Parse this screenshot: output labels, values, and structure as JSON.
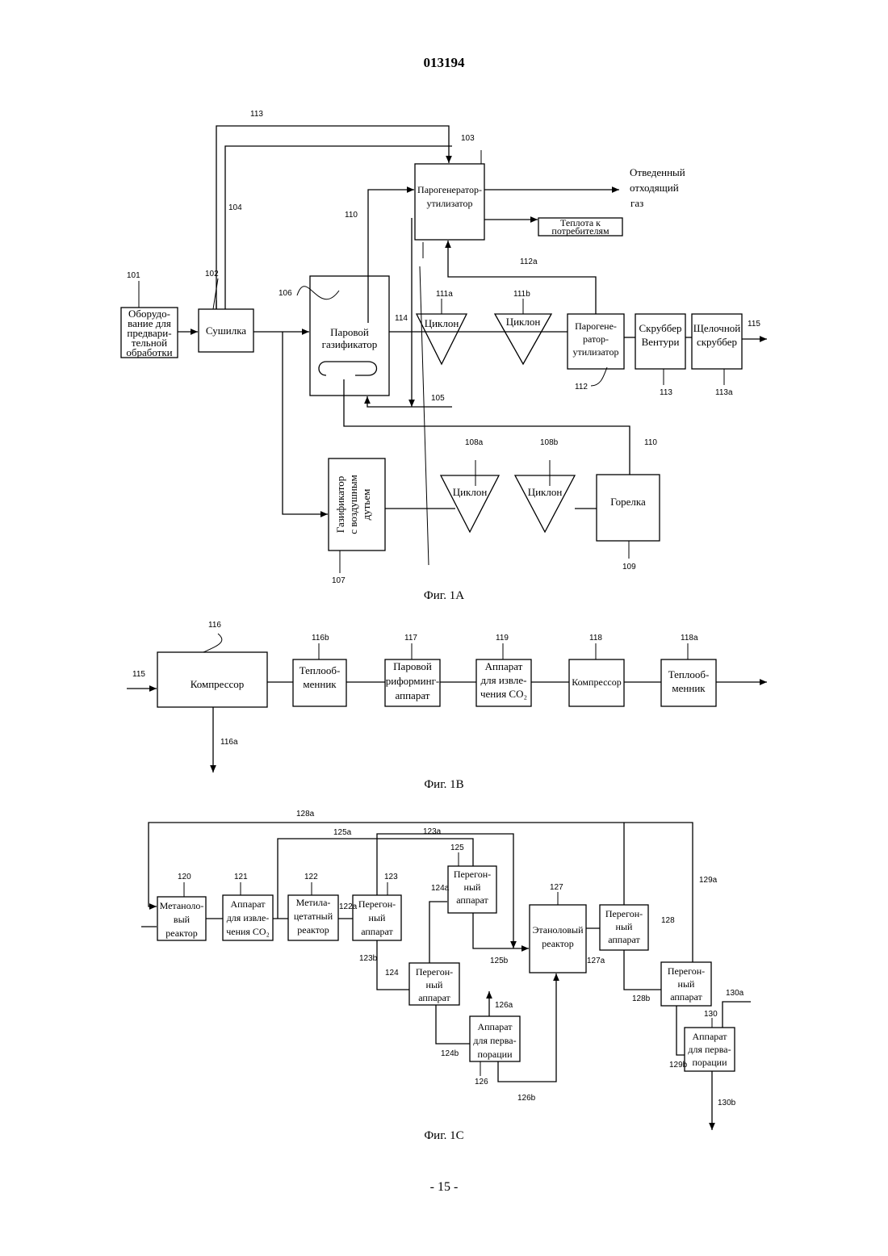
{
  "header": {
    "doc_number": "013194"
  },
  "footer": {
    "page": "- 15 -"
  },
  "fig1a": {
    "caption": "Фиг. 1А",
    "blocks": {
      "pretreatment": [
        "Оборудо-",
        "вание для",
        "предвари-",
        "тельной",
        "обработки"
      ],
      "dryer": [
        "Сушилка"
      ],
      "steam_gasifier": [
        "Паровой",
        "газификатор"
      ],
      "hrsg_top": [
        "Парогенератор-",
        "утилизатор"
      ],
      "exhaust": [
        "Отведенный",
        "отходящий",
        "газ"
      ],
      "heat_consumers": [
        "Теплота к",
        "потребителям"
      ],
      "cyclone_111a": [
        "Циклон"
      ],
      "cyclone_111b": [
        "Циклон"
      ],
      "hrsg_112": [
        "Парогене-",
        "ратор-",
        "утилизатор"
      ],
      "venturi": [
        "Скруббер",
        "Вентури"
      ],
      "alkali": [
        "Щелочной",
        "скруббер"
      ],
      "air_gasifier": [
        "Газификатор",
        "с воздушным",
        "дутьем"
      ],
      "cyclone_108a": [
        "Циклон"
      ],
      "cyclone_108b": [
        "Циклон"
      ],
      "burner": [
        "Горелка"
      ]
    },
    "refs": [
      "101",
      "102",
      "103",
      "104",
      "105",
      "106",
      "107",
      "108a",
      "108b",
      "109",
      "110",
      "110",
      "111a",
      "111b",
      "112",
      "112a",
      "113",
      "113",
      "113a",
      "114",
      "115"
    ]
  },
  "fig1b": {
    "caption": "Фиг. 1В",
    "blocks": {
      "compressor_116": [
        "Компрессор"
      ],
      "hx_116b": [
        "Теплооб-",
        "менник"
      ],
      "reformer_117": [
        "Паровой",
        "риформинг-",
        "аппарат"
      ],
      "co2_119": [
        "Аппарат",
        "для извле-",
        "чения CO₂"
      ],
      "compressor_118": [
        "Компрессор"
      ],
      "hx_118a": [
        "Теплооб-",
        "менник"
      ]
    },
    "refs": [
      "115",
      "116",
      "116a",
      "116b",
      "117",
      "119",
      "118",
      "118a"
    ]
  },
  "fig1c": {
    "caption": "Фиг. 1С",
    "blocks": {
      "methanol_120": [
        "Метаноло-",
        "вый",
        "реактор"
      ],
      "co2_121": [
        "Аппарат",
        "для извле-",
        "чения CO₂"
      ],
      "methylacetate_122": [
        "Метила-",
        "цетатный",
        "реактор"
      ],
      "distill_123": [
        "Перегон-",
        "ный",
        "аппарат"
      ],
      "distill_124": [
        "Перегон-",
        "ный",
        "аппарат"
      ],
      "distill_125": [
        "Перегон-",
        "ный",
        "аппарат"
      ],
      "perv_126": [
        "Аппарат",
        "для перва-",
        "порации"
      ],
      "ethanol_127": [
        "Этаноловый",
        "реактор"
      ],
      "distill_128": [
        "Перегон-",
        "ный",
        "аппарат"
      ],
      "distill_129": [
        "Перегон-",
        "ный",
        "аппарат"
      ],
      "perv_130": [
        "Аппарат",
        "для перва-",
        "порации"
      ]
    },
    "refs": [
      "120",
      "121",
      "122",
      "122a",
      "123",
      "123a",
      "123b",
      "124",
      "124a",
      "124b",
      "125",
      "125a",
      "125b",
      "126",
      "126a",
      "126b",
      "127",
      "127a",
      "128",
      "128a",
      "128b",
      "129a",
      "129b",
      "130",
      "130a",
      "130b"
    ]
  }
}
